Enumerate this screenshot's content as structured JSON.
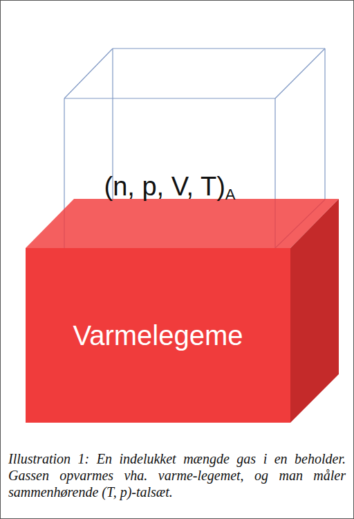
{
  "diagram": {
    "caption": "Illustration 1: En indelukket mængde gas i en beholder. Gassen opvarmes vha. varme-legemet, og man måler sammenhørende (T, p)-talsæt.",
    "nodes": [
      {
        "text": [
          "(n, p, V, T)",
          "A"
        ]
      },
      {
        "text": [
          "Varmelegeme"
        ]
      }
    ]
  }
}
